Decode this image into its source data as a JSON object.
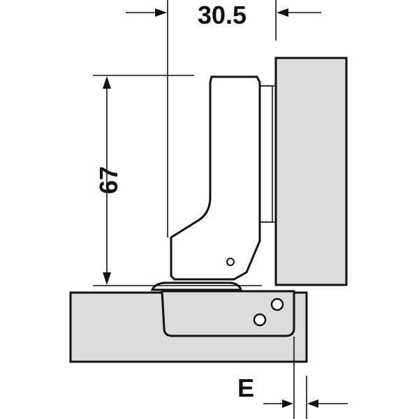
{
  "dimensions": {
    "width_label": "30.5",
    "height_label": "67",
    "offset_label": "E"
  },
  "colors": {
    "panel_fill": "#dcdcdc",
    "line": "#111111",
    "background": "#ffffff"
  }
}
